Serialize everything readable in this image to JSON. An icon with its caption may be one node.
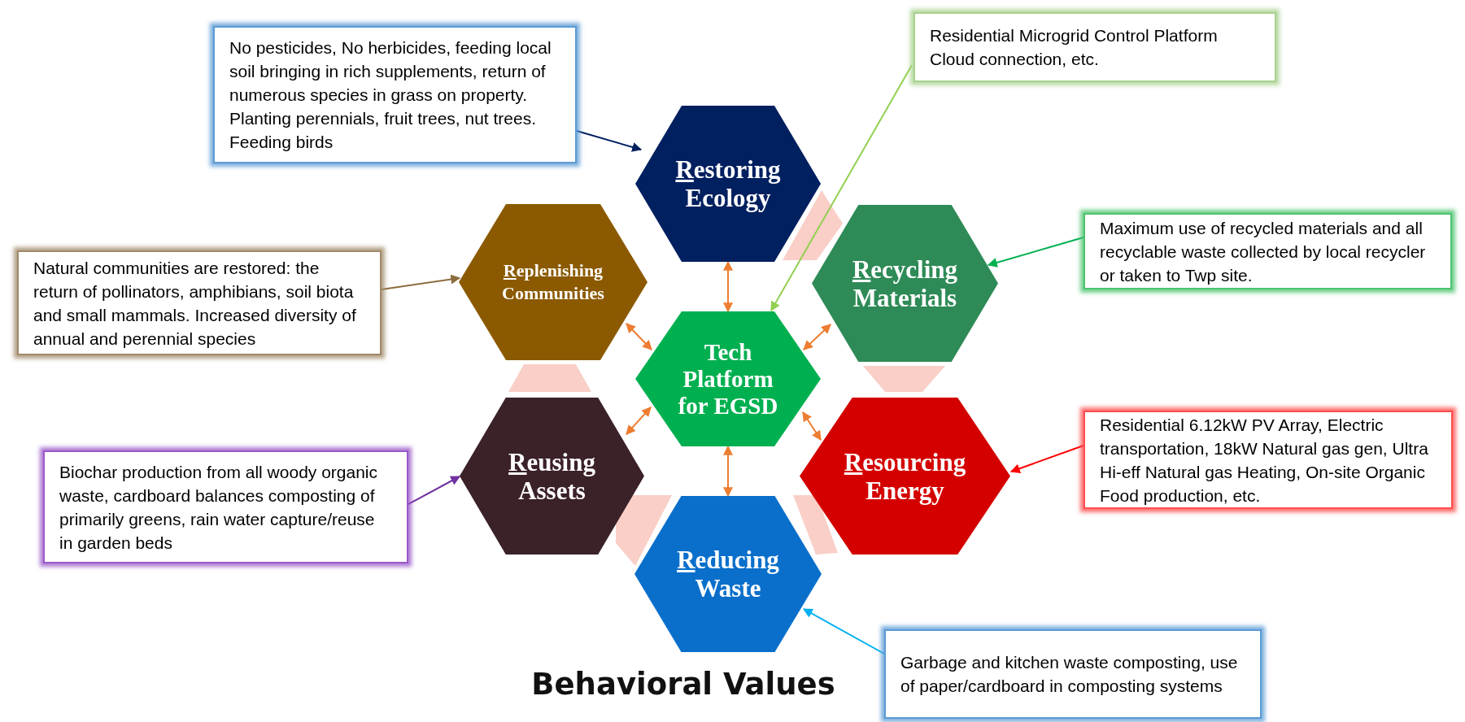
{
  "diagram": {
    "title": "Behavioral Values",
    "nodes": [
      {
        "text": [
          "No pesticides, No herbicides, feeding local soil bringing in rich supplements, return of numerous species in grass on property. Planting perennials, fruit trees, nut trees. Feeding birds"
        ]
      },
      {
        "text": [
          "Residential Microgrid Control Platform Cloud connection, etc."
        ]
      },
      {
        "text": [
          "Restoring Ecology"
        ]
      },
      {
        "text": [
          "Maximum use of recycled materials and all recyclable waste collected by local recycler or taken to Twp site."
        ]
      },
      {
        "text": [
          "Natural communities are restored: the return of pollinators, amphibians, soil biota and small mammals. Increased diversity of annual and perennial species"
        ]
      },
      {
        "text": [
          "Replenishing Communities"
        ]
      },
      {
        "text": [
          "Recycling Materials"
        ]
      },
      {
        "text": [
          "Tech Platform for EGSD"
        ]
      },
      {
        "text": [
          "Residential 6.12kW PV Array, Electric transportation, 18kW Natural gas gen, Ultra Hi-eff Natural gas Heating, On-site Organic Food production, etc."
        ]
      },
      {
        "text": [
          "Reusing Assets"
        ]
      },
      {
        "text": [
          "Resourcing Energy"
        ]
      },
      {
        "text": [
          "Biochar production from all woody organic waste, cardboard balances composting of primarily greens, rain water capture/reuse in garden beds"
        ]
      },
      {
        "text": [
          "Reducing Waste"
        ]
      },
      {
        "text": [
          "Garbage and kitchen waste composting, use of paper/cardboard in composting systems"
        ]
      }
    ],
    "edges": [
      {
        "from": 0,
        "to": 2,
        "arrow": "to",
        "color": "#002060"
      },
      {
        "from": 1,
        "to": 7,
        "arrow": "to",
        "color": "#92d050"
      },
      {
        "from": 3,
        "to": 6,
        "arrow": "to",
        "color": "#00b050"
      },
      {
        "from": 4,
        "to": 5,
        "arrow": "to",
        "color": "#8c6d3f"
      },
      {
        "from": 8,
        "to": 10,
        "arrow": "to",
        "color": "#ff0000"
      },
      {
        "from": 11,
        "to": 9,
        "arrow": "to",
        "color": "#7030a0"
      },
      {
        "from": 13,
        "to": 12,
        "arrow": "to",
        "color": "#00b0f0"
      },
      {
        "from": 7,
        "to": 2,
        "arrow": "both"
      },
      {
        "from": 7,
        "to": 5,
        "arrow": "both"
      },
      {
        "from": 7,
        "to": 6,
        "arrow": "both"
      },
      {
        "from": 7,
        "to": 9,
        "arrow": "both"
      },
      {
        "from": 7,
        "to": 10,
        "arrow": "both"
      },
      {
        "from": 7,
        "to": 12,
        "arrow": "both"
      }
    ]
  }
}
